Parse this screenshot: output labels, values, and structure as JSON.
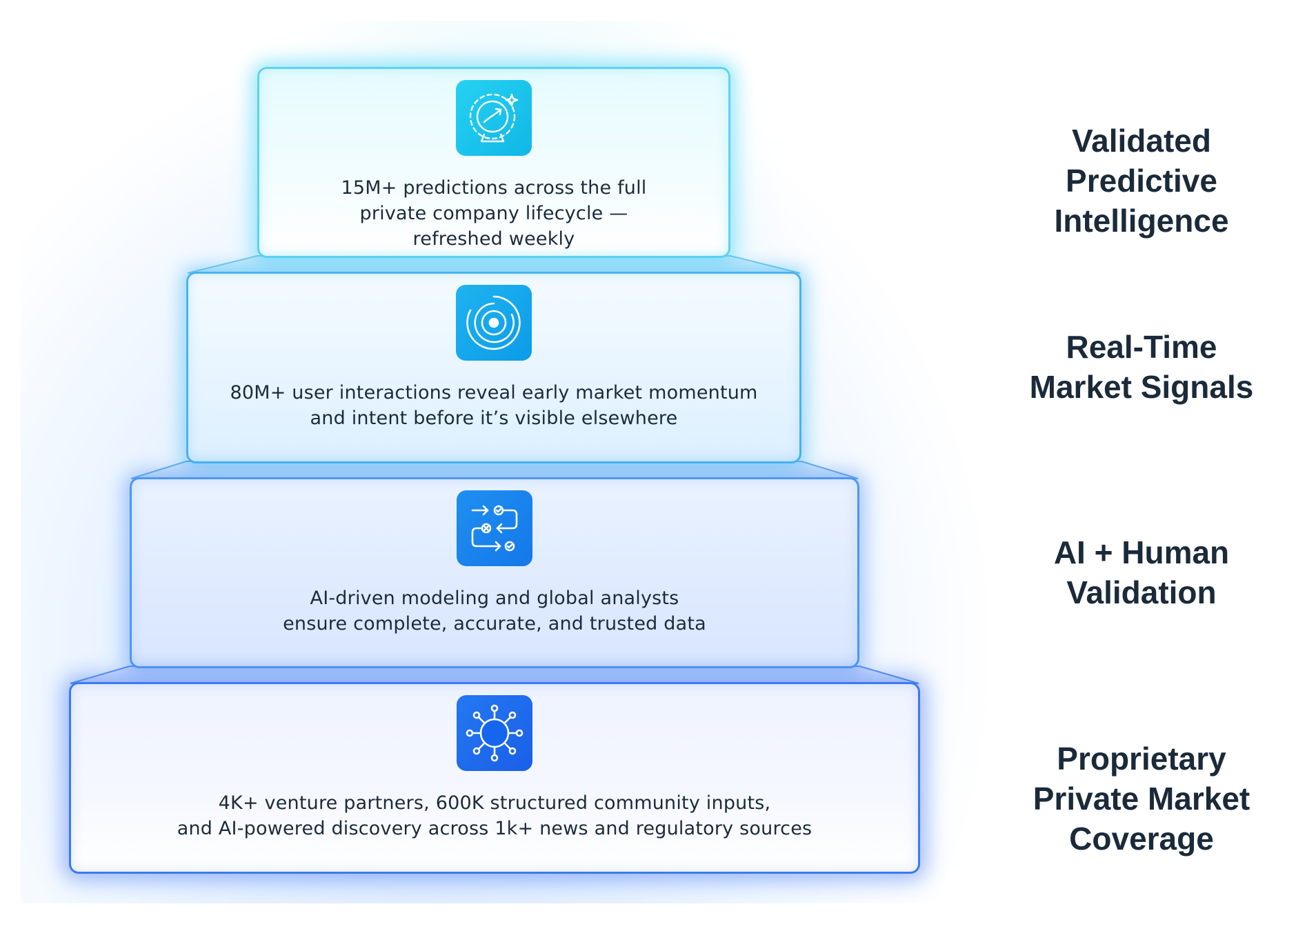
{
  "tiers": [
    {
      "icon": "crystal-ball-icon",
      "description_lines": [
        "15M+ predictions across the full",
        "private company lifecycle —",
        "refreshed weekly"
      ],
      "label_lines": [
        "Validated",
        "Predictive",
        "Intelligence"
      ]
    },
    {
      "icon": "radar-signal-icon",
      "description_lines": [
        "80M+ user interactions reveal early market momentum",
        "and intent before it’s visible elsewhere"
      ],
      "label_lines": [
        "Real-Time",
        "Market Signals"
      ]
    },
    {
      "icon": "validation-workflow-icon",
      "description_lines": [
        "AI-driven modeling and global analysts",
        "ensure complete, accurate, and trusted data"
      ],
      "label_lines": [
        "AI + Human",
        "Validation"
      ]
    },
    {
      "icon": "network-hub-icon",
      "description_lines": [
        "4K+ venture partners, 600K structured community inputs,",
        "and AI-powered discovery across 1k+ news and regulatory sources"
      ],
      "label_lines": [
        "Proprietary",
        "Private Market",
        "Coverage"
      ]
    }
  ],
  "colors": {
    "tier_1_border": "#5fd3f0",
    "tier_2_border": "#49b4ef",
    "tier_3_border": "#4d97f2",
    "tier_4_border": "#3a7af0",
    "text": "#1c2b3c"
  }
}
